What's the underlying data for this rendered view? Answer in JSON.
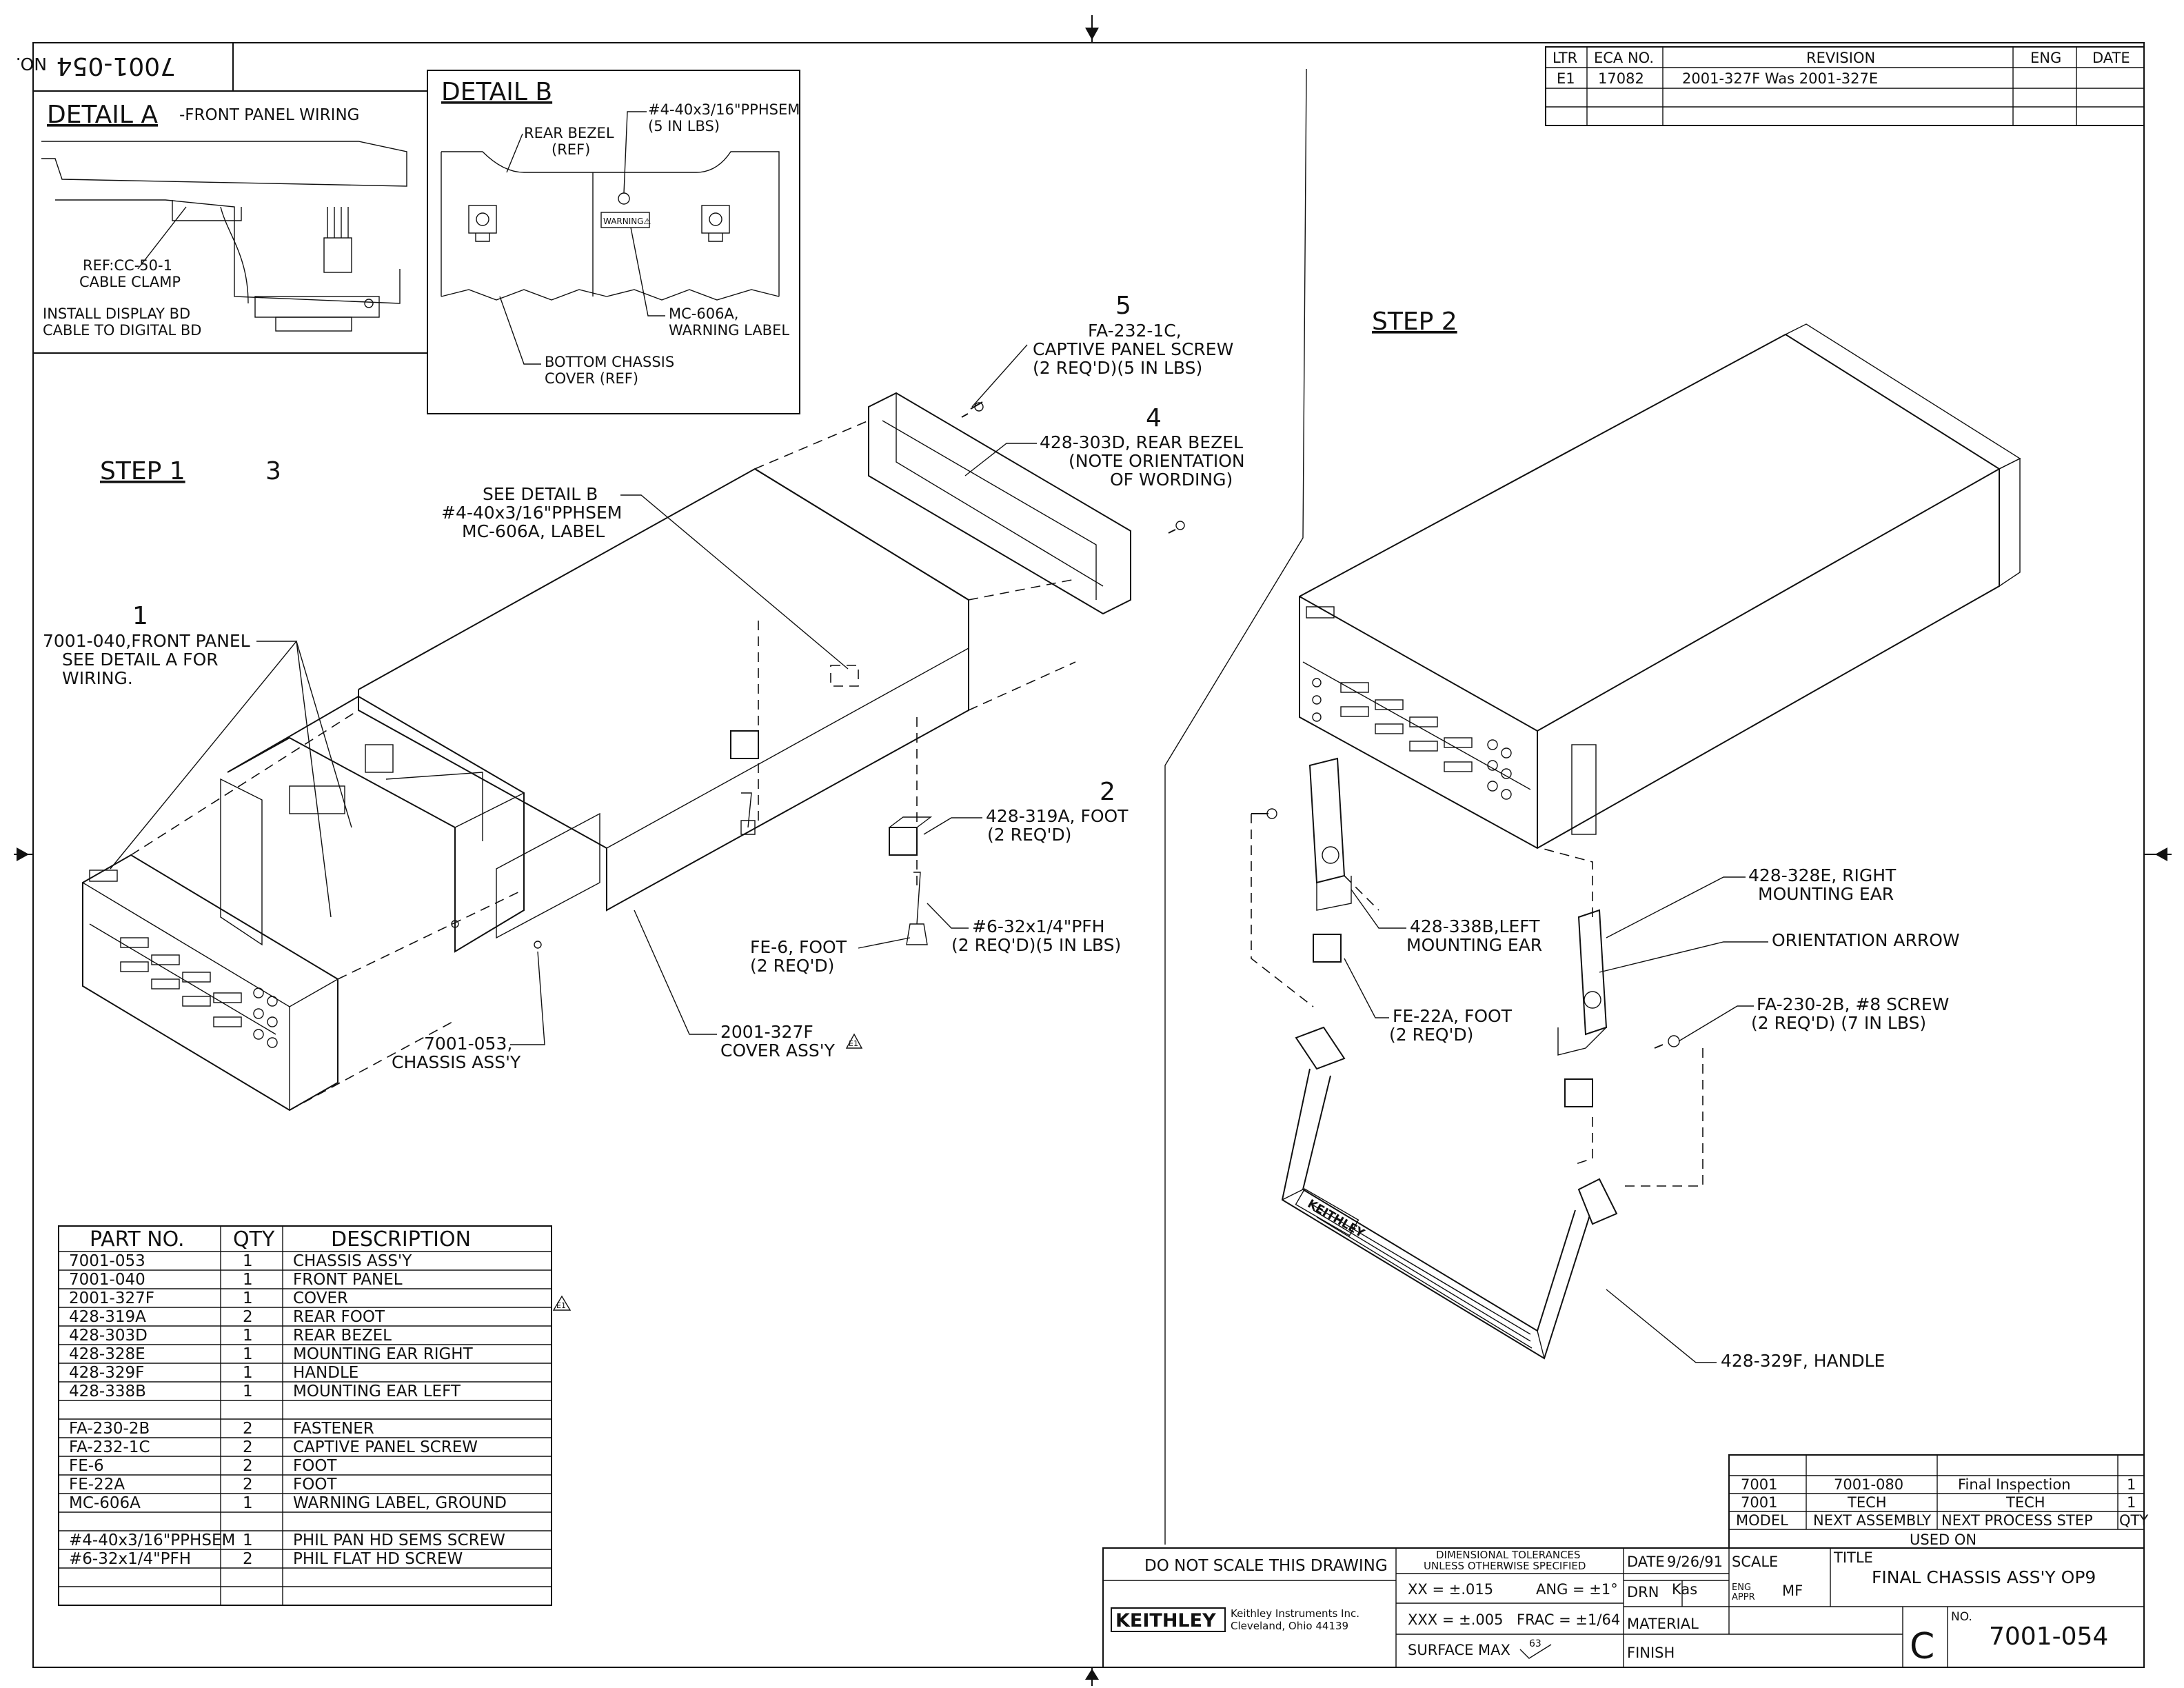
{
  "drawing_number": "7001-054",
  "no_label": "NO.",
  "revision_block": {
    "headers": [
      "LTR",
      "ECA NO.",
      "REVISION",
      "ENG",
      "DATE"
    ],
    "rows": [
      [
        "E1",
        "17082",
        "2001-327F Was 2001-327E",
        "",
        ""
      ]
    ]
  },
  "detail_a": {
    "title": "DETAIL A",
    "subtitle": "-FRONT PANEL WIRING",
    "ref_line1": "REF:CC-50-1",
    "ref_line2": "CABLE CLAMP",
    "note_line1": "INSTALL DISPLAY BD",
    "note_line2": "CABLE TO DIGITAL BD"
  },
  "detail_b": {
    "title": "DETAIL B",
    "rear_bezel_1": "REAR BEZEL",
    "rear_bezel_2": "(REF)",
    "screw_1": "#4-40x3/16\"PPHSEM",
    "screw_2": "(5 IN LBS)",
    "warning_tag": "WARNING⚠",
    "label_1": "MC-606A,",
    "label_2": "WARNING LABEL",
    "chassis_1": "BOTTOM CHASSIS",
    "chassis_2": "COVER (REF)"
  },
  "step1": {
    "title": "STEP 1",
    "callout1": {
      "num": "1",
      "l1": "7001-040,FRONT PANEL",
      "l2": "SEE DETAIL A FOR",
      "l3": "WIRING."
    },
    "callout2": {
      "num": "2",
      "l1": "428-319A, FOOT",
      "l2": "(2 REQ'D)"
    },
    "callout3": {
      "num": "3",
      "l1": "SEE DETAIL B",
      "l2": "#4-40x3/16\"PPHSEM",
      "l3": "MC-606A, LABEL"
    },
    "callout4": {
      "num": "4",
      "l1": "428-303D, REAR BEZEL",
      "l2": "(NOTE ORIENTATION",
      "l3": "OF WORDING)"
    },
    "callout5": {
      "num": "5",
      "l1": "FA-232-1C,",
      "l2": "CAPTIVE PANEL SCREW",
      "l3": "(2 REQ'D)(5 IN LBS)"
    },
    "chassis_1": "7001-053,",
    "chassis_2": "CHASSIS ASS'Y",
    "cover_1": "2001-327F",
    "cover_2": "COVER ASS'Y",
    "rev_flag": "E1",
    "fe6_1": "FE-6, FOOT",
    "fe6_2": "(2 REQ'D)",
    "screw_1": "#6-32x1/4\"PFH",
    "screw_2": "(2 REQ'D)(5 IN LBS)"
  },
  "step2": {
    "title": "STEP 2",
    "right_ear_1": "428-328E, RIGHT",
    "right_ear_2": "MOUNTING EAR",
    "arrow": "ORIENTATION ARROW",
    "screw_1": "FA-230-2B, #8 SCREW",
    "screw_2": "(2 REQ'D) (7 IN LBS)",
    "left_ear_1": "428-338B,LEFT",
    "left_ear_2": "MOUNTING EAR",
    "foot_1": "FE-22A, FOOT",
    "foot_2": "(2 REQ'D)",
    "handle": "428-329F, HANDLE",
    "brand": "KEITHLEY"
  },
  "parts_list": {
    "headers": [
      "PART NO.",
      "QTY",
      "DESCRIPTION"
    ],
    "rows": [
      [
        "7001-053",
        "1",
        "CHASSIS ASS'Y"
      ],
      [
        "7001-040",
        "1",
        "FRONT PANEL"
      ],
      [
        "2001-327F",
        "1",
        "COVER"
      ],
      [
        "428-319A",
        "2",
        "REAR FOOT"
      ],
      [
        "428-303D",
        "1",
        "REAR BEZEL"
      ],
      [
        "428-328E",
        "1",
        "MOUNTING EAR RIGHT"
      ],
      [
        "428-329F",
        "1",
        "HANDLE"
      ],
      [
        "428-338B",
        "1",
        "MOUNTING EAR LEFT"
      ],
      [
        "",
        "",
        ""
      ],
      [
        "FA-230-2B",
        "2",
        "FASTENER"
      ],
      [
        "FA-232-1C",
        "2",
        "CAPTIVE PANEL SCREW"
      ],
      [
        "FE-6",
        "2",
        "FOOT"
      ],
      [
        "FE-22A",
        "2",
        "FOOT"
      ],
      [
        "MC-606A",
        "1",
        "WARNING LABEL, GROUND"
      ],
      [
        "",
        "",
        ""
      ],
      [
        "#4-40x3/16\"PPHSEM",
        "1",
        "PHIL PAN HD SEMS SCREW"
      ],
      [
        "#6-32x1/4\"PFH",
        "2",
        "PHIL FLAT HD SCREW"
      ],
      [
        "",
        "",
        ""
      ],
      [
        "",
        "",
        ""
      ]
    ],
    "cover_rev_flag": "E1"
  },
  "used_on": {
    "rows": [
      [
        "7001",
        "7001-080",
        "Final Inspection",
        "1"
      ],
      [
        "7001",
        "TECH",
        "TECH",
        "1"
      ]
    ],
    "headers": [
      "MODEL",
      "NEXT ASSEMBLY",
      "NEXT PROCESS STEP",
      "QTY"
    ],
    "caption": "USED ON"
  },
  "title_block": {
    "do_not_scale": "DO NOT SCALE THIS DRAWING",
    "tol_1": "DIMENSIONAL TOLERANCES",
    "tol_2": "UNLESS OTHERWISE SPECIFIED",
    "xx": "XX = ±.015",
    "ang": "ANG = ±1°",
    "xxx": "XXX = ±.005",
    "frac": "FRAC = ±1/64",
    "surface": "SURFACE MAX",
    "surface_val": "63",
    "company_logo": "KEITHLEY",
    "company_1": "Keithley Instruments Inc.",
    "company_2": "Cleveland, Ohio 44139",
    "date_label": "DATE",
    "date_value": "9/26/91",
    "drn_label": "DRN",
    "drn_value": "Kas",
    "eng_label": "ENG",
    "appr_label": "APPR",
    "eng_value": "MF",
    "scale_label": "SCALE",
    "material_label": "MATERIAL",
    "finish_label": "FINISH",
    "title_label": "TITLE",
    "title_value": "FINAL CHASSIS ASS'Y  OP9",
    "size": "C",
    "no_label": "NO.",
    "dwg_no": "7001-054"
  }
}
